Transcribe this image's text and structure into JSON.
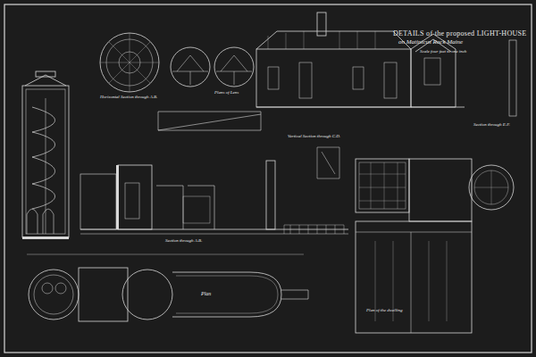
{
  "diagram": {
    "title": "DETAILS of the proposed LIGHT-HOUSE",
    "labels": [
      "on Matinicus Rock Maine",
      "Scale four feet to one inch",
      "Horizontal Section through A.B.",
      "Plans of Lens",
      "Section through A.B.",
      "Vertical Section through C.D.",
      "Section through E.F.",
      "Plan",
      "Plan of the dwelling"
    ]
  }
}
